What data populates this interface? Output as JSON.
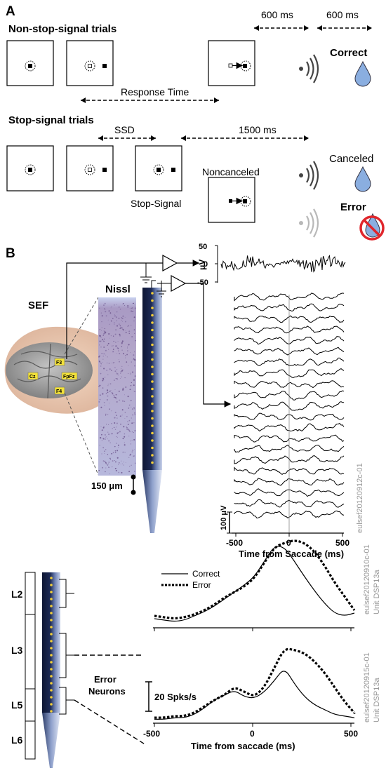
{
  "panel_a": {
    "label": "A",
    "non_stop_title": "Non-stop-signal trials",
    "stop_title": "Stop-signal trials",
    "t600a": "600 ms",
    "t600b": "600 ms",
    "response_time": "Response Time",
    "ssd": "SSD",
    "t1500": "1500 ms",
    "correct": "Correct",
    "canceled": "Canceled",
    "error": "Error",
    "noncanceled": "Noncanceled",
    "stop_signal": "Stop-Signal"
  },
  "panel_b": {
    "label": "B",
    "sef": "SEF",
    "nissl": "Nissl",
    "scale_um": "150 μm",
    "electrodes": [
      "F3",
      "Cz",
      "FpFz",
      "F4"
    ],
    "eeg_unit": "μV",
    "eeg_ticks": [
      "50",
      "0",
      "-50"
    ],
    "lfp_scale": "100 μV",
    "lfp_x_ticks": [
      "-500",
      "0",
      "500"
    ],
    "lfp_xlabel": "Time from Saccade (ms)",
    "lfp_id": "eulsef20120912c-01",
    "layers": [
      "L2",
      "L3",
      "L5",
      "L6"
    ],
    "error_neurons": "Error Neurons",
    "legend_correct": "Correct",
    "legend_error": "Error",
    "unit1_id": "eulsef20120910c-01",
    "unit1_name": "Unit DSP13a",
    "unit2_id": "eulsef20120915c-01",
    "unit2_name": "Unit DSP13a",
    "spk_scale": "20 Spks/s",
    "spk_x_ticks": [
      "-500",
      "0",
      "500"
    ],
    "spk_xlabel": "Time from saccade (ms)"
  },
  "chart_data": [
    {
      "type": "line",
      "xlabel": "",
      "ylabel": "",
      "xlim": [
        -500,
        500
      ],
      "ylim": [
        0,
        60
      ],
      "series": [
        {
          "name": "Correct",
          "x": [
            -500,
            -450,
            -400,
            -350,
            -300,
            -250,
            -200,
            -150,
            -100,
            -50,
            0,
            50,
            100,
            150,
            200,
            250,
            300,
            350,
            400,
            450,
            500
          ],
          "y": [
            4,
            3,
            2,
            3,
            6,
            9,
            13,
            18,
            23,
            28,
            34,
            45,
            56,
            55,
            45,
            34,
            24,
            15,
            8,
            6,
            8
          ]
        },
        {
          "name": "Error",
          "x": [
            -500,
            -450,
            -400,
            -350,
            -300,
            -250,
            -200,
            -150,
            -100,
            -50,
            0,
            50,
            100,
            150,
            200,
            250,
            300,
            350,
            400,
            450,
            500
          ],
          "y": [
            6,
            5,
            4,
            5,
            7,
            10,
            14,
            19,
            23,
            27,
            33,
            44,
            55,
            58,
            60,
            58,
            52,
            42,
            30,
            20,
            10
          ]
        }
      ]
    },
    {
      "type": "line",
      "xlabel": "Time from saccade (ms)",
      "ylabel": "",
      "xlim": [
        -500,
        500
      ],
      "ylim": [
        0,
        60
      ],
      "series": [
        {
          "name": "Correct",
          "x": [
            -500,
            -450,
            -400,
            -350,
            -300,
            -250,
            -200,
            -150,
            -100,
            -50,
            0,
            50,
            100,
            150,
            200,
            250,
            300,
            350,
            400,
            450,
            500
          ],
          "y": [
            2,
            2,
            3,
            3,
            5,
            9,
            14,
            17,
            20,
            16,
            15,
            19,
            26,
            34,
            24,
            16,
            11,
            8,
            5,
            4,
            3
          ]
        },
        {
          "name": "Error",
          "x": [
            -500,
            -450,
            -400,
            -350,
            -300,
            -250,
            -200,
            -150,
            -100,
            -50,
            0,
            50,
            100,
            150,
            200,
            250,
            300,
            350,
            400,
            450,
            500
          ],
          "y": [
            3,
            3,
            4,
            4,
            6,
            10,
            14,
            17,
            22,
            19,
            16,
            22,
            34,
            46,
            45,
            43,
            38,
            31,
            22,
            13,
            6
          ]
        }
      ]
    }
  ]
}
